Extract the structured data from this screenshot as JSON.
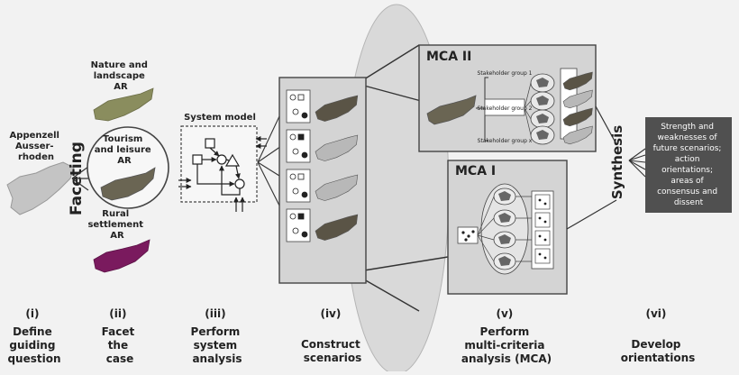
{
  "map_labels": {
    "appenzell": [
      "Appenzell",
      "Ausser-",
      "rhoden"
    ],
    "nature": [
      "Nature and",
      "landscape",
      "AR"
    ],
    "tourism": [
      "Tourism",
      "and leisure",
      "AR"
    ],
    "rural": [
      "Rural",
      "settlement",
      "AR"
    ]
  },
  "faceting": "Faceting",
  "system_model": "System model",
  "mca2": {
    "title": "MCA II",
    "groups": [
      "Stakeholder group 1",
      "Stakeholder group 2",
      "Stakeholder group x"
    ]
  },
  "mca1": {
    "title": "MCA I"
  },
  "synthesis": "Synthesis",
  "result_box": [
    "Strength and",
    "weaknesses of",
    "future scenarios;",
    "action",
    "orientations;",
    "areas of",
    "consensus and",
    "dissent"
  ],
  "steps": [
    {
      "num": "(i)",
      "label": [
        "Define",
        "guiding",
        "question"
      ]
    },
    {
      "num": "(ii)",
      "label": [
        "Facet",
        "the",
        "case"
      ]
    },
    {
      "num": "(iii)",
      "label": [
        "Perform",
        "system",
        "analysis"
      ]
    },
    {
      "num": "(iv)",
      "label": [
        "Construct",
        "scenarios"
      ]
    },
    {
      "num": "(v)",
      "label": [
        "Perform",
        "multi-criteria",
        "analysis (MCA)"
      ]
    },
    {
      "num": "(vi)",
      "label": [
        "Develop",
        "orientations"
      ]
    }
  ],
  "colors": {
    "panel": "#d4d4d4",
    "ellipse": "#dcdcdc",
    "result_box": "#505050",
    "rural_map": "#7a1a5e",
    "nature_map": "#8a8d5e",
    "gray_map": "#b8b8b8",
    "dark_map": "#5a5446"
  }
}
